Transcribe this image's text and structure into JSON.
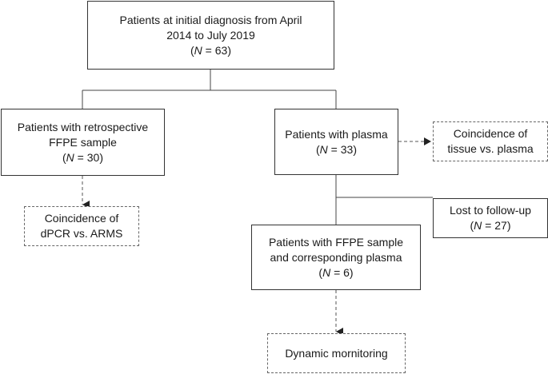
{
  "flowchart": {
    "initial": {
      "line1": "Patients at initial diagnosis from April",
      "line2": "2014 to July 2019",
      "n_prefix": "(",
      "n_symbol": "N",
      "n_value": " = 63)"
    },
    "retrospective": {
      "line1": "Patients with retrospective",
      "line2": "FFPE sample",
      "n_prefix": "(",
      "n_symbol": "N",
      "n_value": " = 30)"
    },
    "plasma": {
      "line1": "Patients with plasma",
      "n_prefix": "(",
      "n_symbol": "N",
      "n_value": " = 33)"
    },
    "coincidence_tissue_plasma": {
      "line1": "Coincidence of",
      "line2": "tissue vs. plasma"
    },
    "coincidence_dpcr_arms": {
      "line1": "Coincidence of",
      "line2": "dPCR vs. ARMS"
    },
    "lost_followup": {
      "line1": "Lost to follow-up",
      "n_prefix": "(",
      "n_symbol": "N",
      "n_value": " = 27)"
    },
    "ffpe_plasma": {
      "line1": "Patients with FFPE sample",
      "line2": "and corresponding plasma",
      "n_prefix": "(",
      "n_symbol": "N",
      "n_value": " = 6)"
    },
    "dynamic": {
      "line1": "Dynamic mornitoring"
    }
  }
}
